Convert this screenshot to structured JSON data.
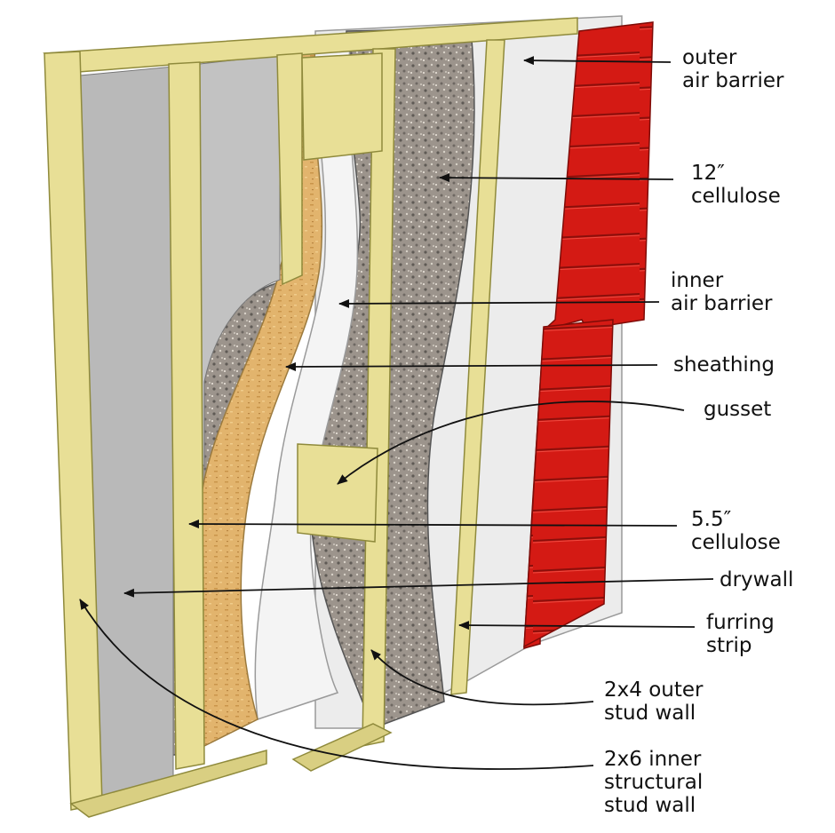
{
  "colors": {
    "lumber": "#e8df96",
    "lumber_edge": "#8f8a3c",
    "drywall": "#b9b9b9",
    "sheathing": "#e2b46d",
    "cellulose": "#9c948c",
    "air_barrier": "#ececec",
    "siding": "#d41a14",
    "leader": "#111111"
  },
  "labels": {
    "outer_air_barrier": [
      "outer",
      "air barrier"
    ],
    "cellulose_12": [
      "12″",
      "cellulose"
    ],
    "inner_air_barrier": [
      "inner",
      "air barrier"
    ],
    "sheathing": [
      "sheathing"
    ],
    "gusset": [
      "gusset"
    ],
    "cellulose_5_5": [
      "5.5″",
      "cellulose"
    ],
    "drywall": [
      "drywall"
    ],
    "furring_strip": [
      "furring",
      "strip"
    ],
    "outer_stud_wall": [
      "2x4 outer",
      "stud wall"
    ],
    "inner_stud_wall": [
      "2x6 inner",
      "structural",
      "stud wall"
    ]
  }
}
